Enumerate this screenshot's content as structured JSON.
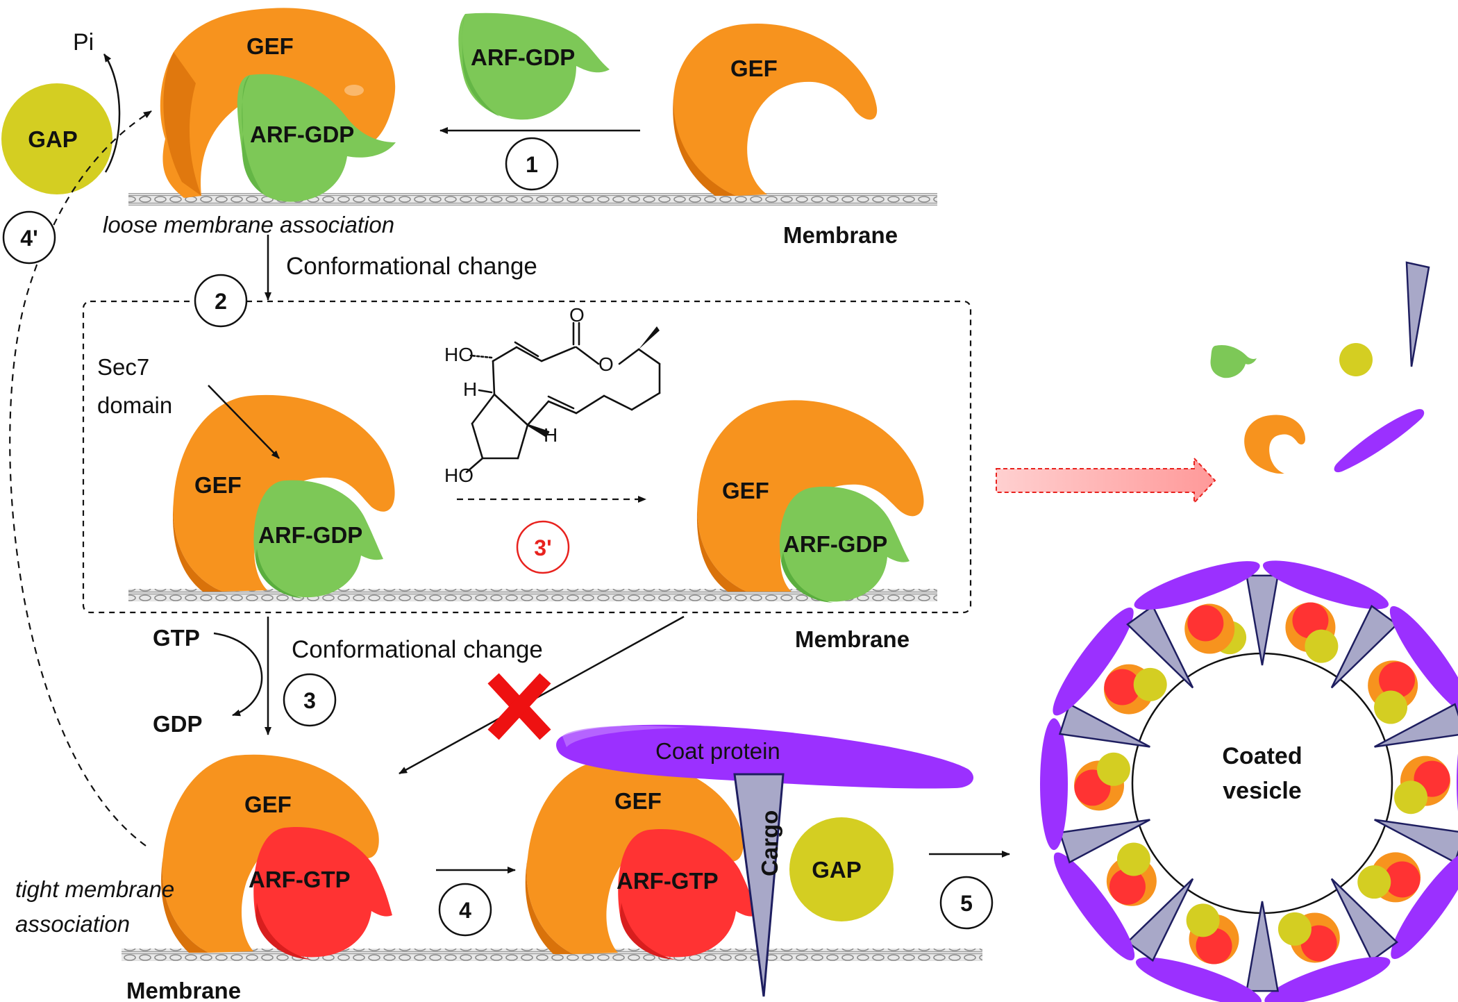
{
  "labels": {
    "gef": "GEF",
    "arf_gdp": "ARF-GDP",
    "arf_gtp": "ARF-GTP",
    "gap": "GAP",
    "pi": "Pi",
    "membrane": "Membrane",
    "loose_membrane": "loose membrane association",
    "tight_membrane_line1": "tight membrane",
    "tight_membrane_line2": "association",
    "conformational_change": "Conformational change",
    "sec7_line1": "Sec7",
    "sec7_line2": "domain",
    "gtp": "GTP",
    "gdp": "GDP",
    "coat_protein": "Coat protein",
    "cargo": "Cargo",
    "coated_vesicle_line1": "Coated",
    "coated_vesicle_line2": "vesicle"
  },
  "molecule": {
    "ho_top": "HO",
    "ho_bottom": "HO",
    "o_carbonyl": "O",
    "o_ring": "O",
    "h_left": "H",
    "h_right": "H"
  },
  "steps": {
    "s1": "1",
    "s2": "2",
    "s3": "3",
    "s3p": "3'",
    "s4": "4",
    "s4p": "4'",
    "s5": "5"
  },
  "colors": {
    "gef": "#F7931E",
    "gef_dark": "#D9720A",
    "arf_gdp": "#7DC857",
    "arf_gdp_dark": "#5AAE3E",
    "arf_gtp": "#FF3333",
    "arf_gtp_dark": "#D81E1E",
    "gap": "#D4CE22",
    "coat": "#9B30FF",
    "coat_dark": "#7A22D6",
    "cargo": "#A8A8C8",
    "cargo_edge": "#1E1E60",
    "step3p_red": "#E8221E",
    "block_x": "#EE1111"
  }
}
